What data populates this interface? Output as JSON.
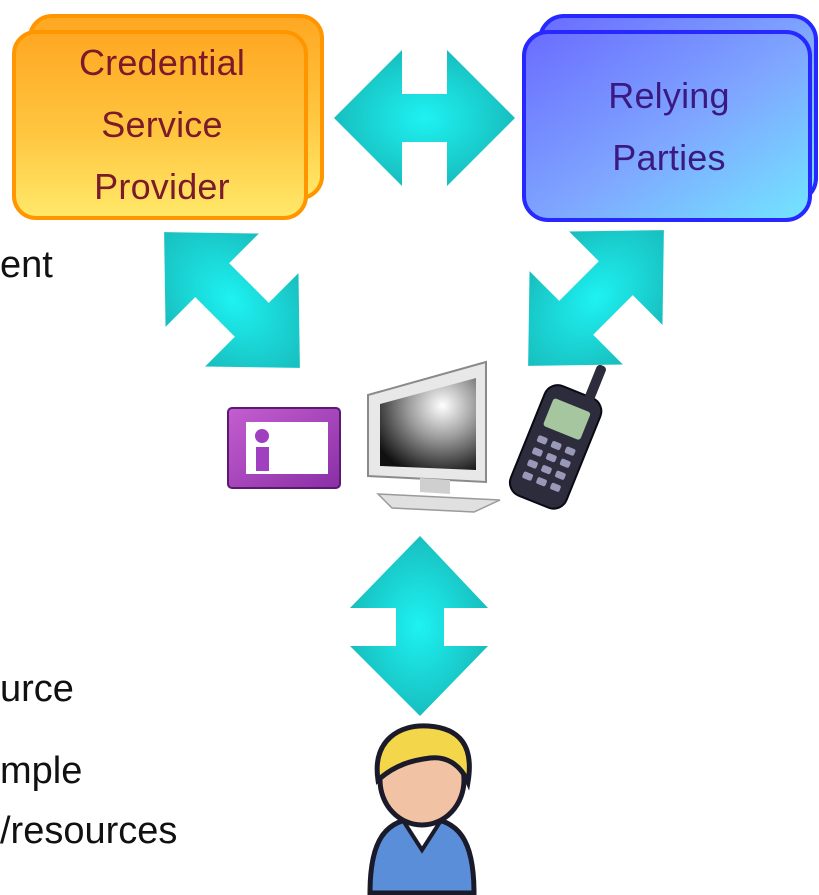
{
  "nodes": {
    "csp": {
      "lines": [
        "Credential",
        "Service",
        "Provider"
      ],
      "fill_top": "#ffb020",
      "fill_bottom": "#ffe866",
      "border": "#ff9a00",
      "text_color": "#7a1a2a"
    },
    "rp": {
      "lines": [
        "Relying",
        "Parties"
      ],
      "fill_top": "#6f6bff",
      "fill_bottom": "#6ee0ff",
      "border": "#2a2aff",
      "text_color": "#3a1a80"
    }
  },
  "arrow_color": "#19c2c2",
  "devices": {
    "id_card_icon": "id-card-icon",
    "monitor_icon": "computer-monitor-icon",
    "phone_icon": "mobile-phone-icon",
    "user_icon": "user-icon"
  },
  "cropped_text": {
    "line1": "ent",
    "line2": "urce",
    "line3": "mple",
    "line4": "/resources"
  }
}
